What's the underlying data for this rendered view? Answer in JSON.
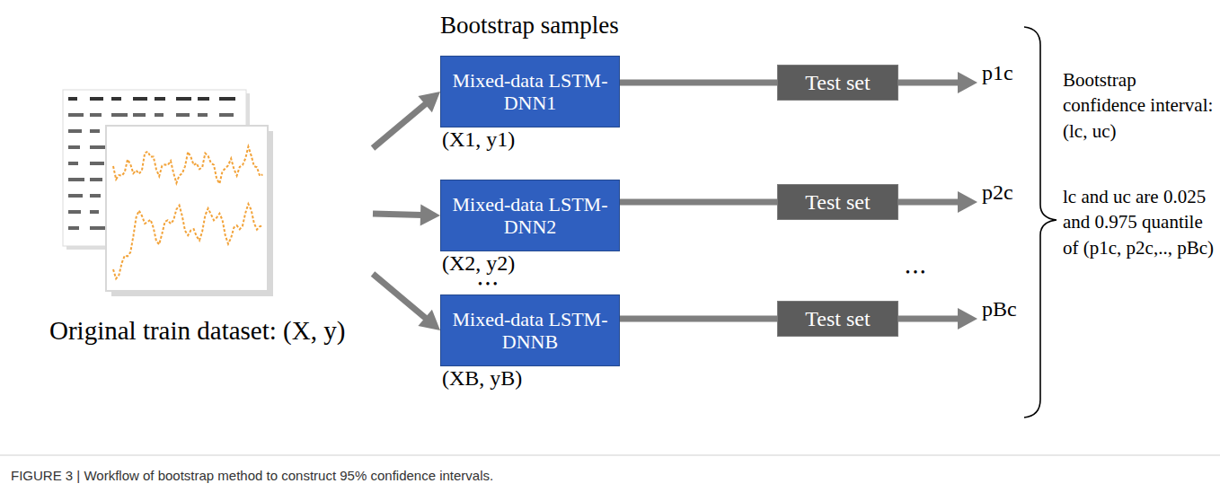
{
  "diagram": {
    "caption": "FIGURE 3 | Workflow of bootstrap method to construct 95% confidence intervals.",
    "nodes": [
      {
        "text": [
          "Original train dataset: (X, y)"
        ]
      },
      {
        "text": [
          "Mixed-data LSTM-DNN1",
          "(X1, y1)"
        ]
      },
      {
        "text": [
          "Test set"
        ]
      },
      {
        "text": [
          "Mixed-data LSTM-DNN2",
          "(X2, y2)"
        ]
      },
      {
        "text": [
          "Test set"
        ]
      },
      {
        "text": [
          "Mixed-data LSTM-DNNB",
          "(XB, yB)"
        ]
      },
      {
        "text": [
          "Test set"
        ]
      }
    ],
    "edges": [
      {
        "from": 0,
        "to": 1,
        "arrow": "to"
      },
      {
        "from": 0,
        "to": 3,
        "arrow": "to"
      },
      {
        "from": 0,
        "to": 5,
        "arrow": "to"
      },
      {
        "from": 1,
        "to": 2,
        "arrow": "none"
      },
      {
        "from": 3,
        "to": 4,
        "arrow": "none"
      },
      {
        "from": 5,
        "to": 6,
        "arrow": "none"
      }
    ],
    "labels": [
      "Bootstrap samples",
      "• • •",
      "• • •",
      "p1c",
      "p2c",
      "pBc",
      "Bootstrap confidence interval: (lc, uc)",
      "lc and uc are 0.025 and 0.975 quantile of (p1c, p2c,.., pBc)"
    ]
  }
}
